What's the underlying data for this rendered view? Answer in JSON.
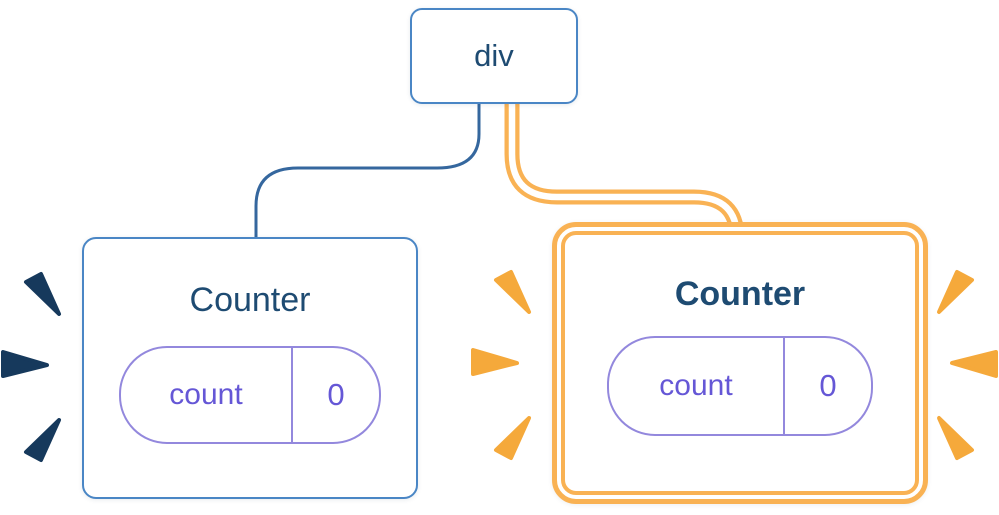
{
  "diagram": {
    "root": {
      "label": "div"
    },
    "left_counter": {
      "label": "Counter",
      "state_key": "count",
      "state_value": "0"
    },
    "right_counter": {
      "label": "Counter",
      "state_key": "count",
      "state_value": "0"
    }
  },
  "colors": {
    "box-border-blue": "#4A86C5",
    "connector-blue": "#35679E",
    "text-navy": "#1E4B72",
    "pill-purple-border": "#9388DD",
    "pill-purple-text": "#6557D6",
    "highlight-orange": "#F9B254",
    "burst-orange": "#F5A93B",
    "burst-navy": "#16395C",
    "node-bg": "#FFFFFF"
  }
}
